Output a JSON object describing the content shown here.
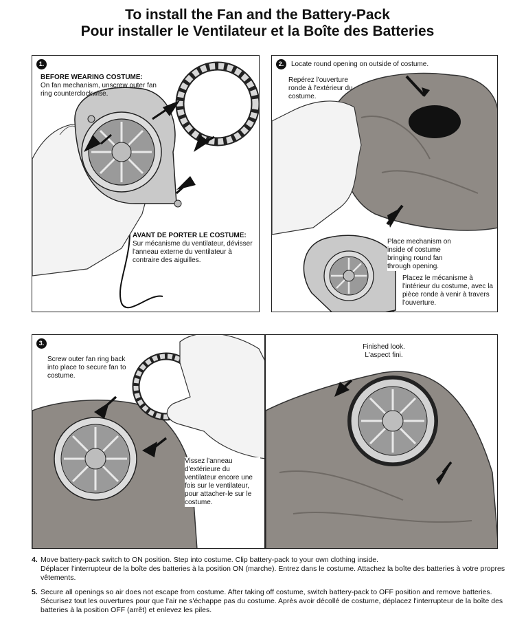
{
  "title": {
    "line1": "To install the Fan and the Battery-Pack",
    "line2": "Pour installer le Ventilateur et la Boîte des Batteries"
  },
  "step1": {
    "number": "1.",
    "heading_en": "BEFORE WEARING COSTUME:",
    "text_en": "On fan mechanism, unscrew outer fan ring counterclockwise.",
    "heading_fr": "AVANT DE PORTER LE COSTUME:",
    "text_fr": "Sur mécanisme du ventilateur, dévisser l'anneau externe du ventilateur à contraire des aiguilles."
  },
  "step2": {
    "number": "2.",
    "locate_en": "Locate round opening on outside of costume.",
    "locate_fr": "Repérez l'ouverture ronde à l'extérieur du costume.",
    "place_en": "Place mechanism on inside of costume bringing round fan through opening.",
    "place_fr": "Placez le mécanisme à l'intérieur du costume, avec la pièce ronde à venir à travers l'ouverture."
  },
  "step3": {
    "number": "3.",
    "text_en": "Screw outer fan ring back into place to secure fan to costume.",
    "text_fr": "Vissez l'anneau d'extérieure du ventilateur encore une fois sur le ventilateur, pour attacher-le sur le costume."
  },
  "finished": {
    "text_en": "Finished look.",
    "text_fr": "L'aspect fini."
  },
  "step4": {
    "number": "4.",
    "text_en": "Move battery-pack switch to ON position. Step into costume. Clip battery-pack to your own clothing inside.",
    "text_fr": "Déplacer l'interrupteur de la boîte des batteries à la position ON (marche). Entrez dans le costume. Attachez la boîte des batteries à votre propres vêtements."
  },
  "step5": {
    "number": "5.",
    "text_en": "Secure all openings so air does not escape from costume. After taking off costume, switch battery-pack to OFF position and remove batteries.",
    "text_fr": "Sécurisez tout les ouvertures pour que l'air ne s'échappe pas du costume. Après avoir décollé de costume, déplacez l'interrupteur de la boîte des batteries à la position OFF (arrêt) et enlevez les piles."
  },
  "colors": {
    "rock": "#8f8a85",
    "rock_light": "#a9a49e",
    "fan_grey": "#c9c9c9",
    "ink": "#111111"
  },
  "icons": [
    "fan-icon",
    "fan-ring-icon",
    "hand-icon",
    "arrow-icon",
    "costume-opening-icon"
  ]
}
